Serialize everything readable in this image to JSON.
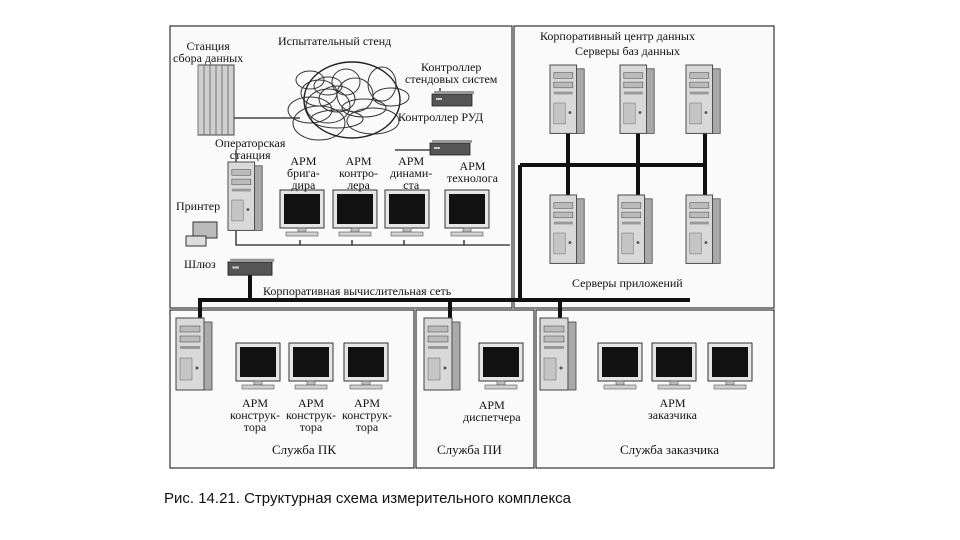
{
  "stand": {
    "title": "Испытательный стенд",
    "station": "Станция\nсбора данных",
    "stand_controller": "Контроллер\nстендовых систем",
    "rud_controller": "Контроллер РУД",
    "operator_station": "Операторская\nстанция",
    "arm": [
      "АРМ\nбрига-\nдира",
      "АРМ\nконтро-\nлера",
      "АРМ\nдинами-\nста",
      "АРМ\nтехнолога"
    ],
    "printer": "Принтер",
    "gateway": "Шлюз"
  },
  "datacenter": {
    "title": "Корпоративный центр данных",
    "db_servers": "Серверы баз данных",
    "app_servers": "Серверы приложений"
  },
  "network": {
    "label": "Корпоративная вычислительная сеть"
  },
  "services": {
    "pk": {
      "name": "Служба ПК",
      "arms": [
        "АРМ\nконструк-\nтора",
        "АРМ\nконструк-\nтора",
        "АРМ\nконструк-\nтора"
      ]
    },
    "pi": {
      "name": "Служба ПИ",
      "arms": [
        "АРМ\nдиспетчера"
      ]
    },
    "customer": {
      "name": "Служба заказчика",
      "arms": [
        "АРМ\nзаказчика"
      ]
    }
  },
  "caption": "Рис. 14.21. Структурная схема измерительного комплекса"
}
